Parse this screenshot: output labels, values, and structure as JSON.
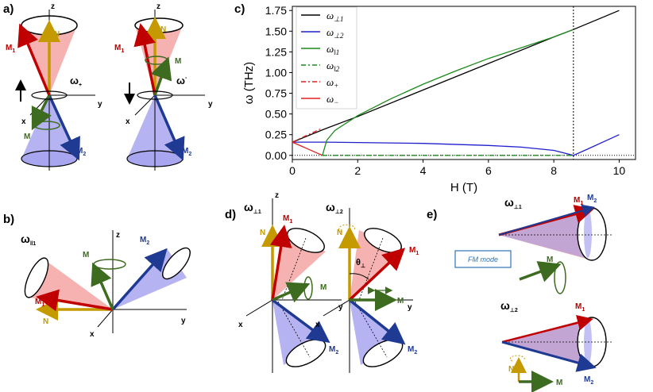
{
  "panels": {
    "a": "a)",
    "b": "b)",
    "c": "c)",
    "d": "d)",
    "e": "e)"
  },
  "labels": {
    "z": "z",
    "y": "y",
    "x": "x",
    "N": "N",
    "M": "M",
    "M1": "M",
    "M2": "M",
    "sub1": "1",
    "sub2": "2",
    "omega_plus": "ω",
    "plus": "+",
    "omega_minus": "ω",
    "minus": "-",
    "omega_par1": "ω",
    "par1_sub": "‖1",
    "omega_perp1": "ω",
    "perp1_sub": "⊥1",
    "omega_perp2": "ω",
    "perp2_sub": "⊥2",
    "theta": "θ",
    "theta_sub": "⊥",
    "fm_mode": "FM mode"
  },
  "colors": {
    "m1": "#c00000",
    "m2": "#1f3a93",
    "n": "#c49a00",
    "m": "#3d6b1f",
    "cone_red": "#f4a3a3",
    "cone_blue": "#a9a6f0",
    "cone_purple": "#b8a3d8",
    "fm_box": "#2e75b6"
  },
  "chart_data": {
    "type": "line",
    "xlabel": "H (T)",
    "ylabel": "ω (THz)",
    "xlim": [
      0,
      10.5
    ],
    "ylim": [
      -0.05,
      1.8
    ],
    "xticks": [
      "0",
      "2",
      "4",
      "6",
      "8",
      "10"
    ],
    "yticks": [
      "0.00",
      "0.25",
      "0.50",
      "0.75",
      "1.00",
      "1.25",
      "1.50",
      "1.75"
    ],
    "vline_x": 8.6,
    "hline_y": 0,
    "series": [
      {
        "name": "ω⊥1",
        "label": "ω",
        "sub": "⊥1",
        "color": "#000000",
        "dash": "",
        "x": [
          0,
          1,
          2,
          4,
          6,
          8,
          8.6,
          10
        ],
        "y": [
          0.16,
          0.32,
          0.47,
          0.79,
          1.11,
          1.43,
          1.52,
          1.75
        ]
      },
      {
        "name": "ω⊥2",
        "label": "ω",
        "sub": "⊥2",
        "color": "#1f1fcc",
        "dash": "",
        "x": [
          0,
          1,
          2,
          4,
          6,
          7,
          8,
          8.6,
          9,
          10
        ],
        "y": [
          0.16,
          0.16,
          0.155,
          0.145,
          0.12,
          0.1,
          0.06,
          0.0,
          0.07,
          0.25
        ]
      },
      {
        "name": "ω‖1",
        "label": "ω",
        "sub": "‖1",
        "color": "#1a8a1a",
        "dash": "",
        "x": [
          0.92,
          1.05,
          1.3,
          2,
          3,
          4,
          5,
          6,
          7,
          8,
          8.6
        ],
        "y": [
          0.0,
          0.18,
          0.3,
          0.48,
          0.68,
          0.86,
          1.02,
          1.17,
          1.3,
          1.43,
          1.52
        ]
      },
      {
        "name": "ω‖2",
        "label": "ω",
        "sub": "‖2",
        "color": "#1a8a1a",
        "dash": "6,3,2,3",
        "x": [
          0.92,
          2,
          4,
          6,
          8,
          8.6
        ],
        "y": [
          0,
          0,
          0,
          0,
          0,
          0
        ]
      },
      {
        "name": "ω+",
        "label": "ω",
        "sub": "+",
        "color": "#e02020",
        "dash": "6,3,2,3",
        "x": [
          0,
          0.92
        ],
        "y": [
          0.16,
          0.33
        ]
      },
      {
        "name": "ω−",
        "label": "ω",
        "sub": "−",
        "color": "#e02020",
        "dash": "",
        "x": [
          0,
          0.92
        ],
        "y": [
          0.16,
          0.0
        ]
      }
    ]
  }
}
